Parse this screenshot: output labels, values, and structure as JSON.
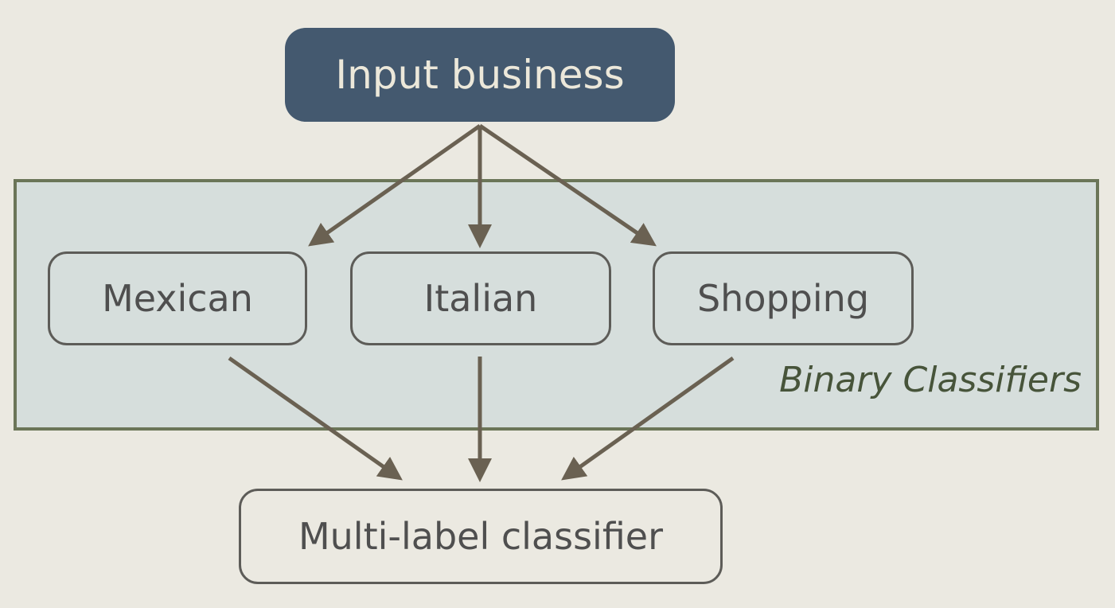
{
  "nodes": {
    "input": "Input business",
    "mexican": "Mexican",
    "italian": "Italian",
    "shopping": "Shopping",
    "multi": "Multi-label classifier"
  },
  "group": {
    "label": "Binary Classifiers"
  },
  "colors": {
    "background": "#ebe9e1",
    "input_fill": "#44596f",
    "group_fill": "#d6dedc",
    "group_border": "#6b7558",
    "arrow": "#6a6152",
    "text": "#4f4f4f"
  }
}
